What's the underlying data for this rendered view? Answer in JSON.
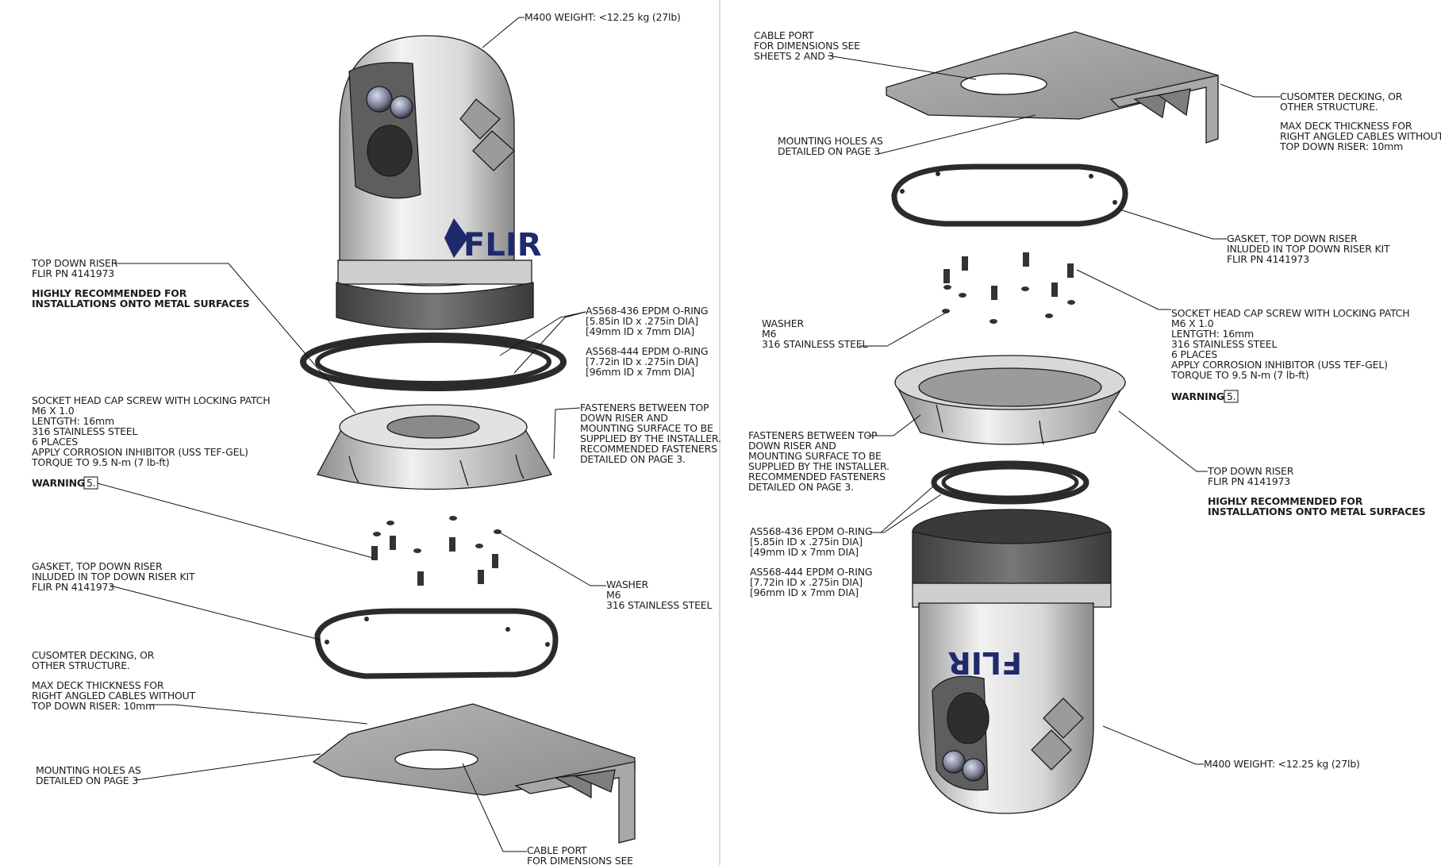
{
  "left_view": {
    "weight_label": "M400 WEIGHT: <12.25 kg (27lb)",
    "riser_label": [
      "TOP DOWN RISER",
      "FLIR PN 4141973"
    ],
    "riser_note": [
      "HIGHLY RECOMMENDED FOR",
      "INSTALLATIONS ONTO METAL SURFACES"
    ],
    "screw_label": [
      "SOCKET HEAD CAP SCREW WITH LOCKING PATCH",
      "M6 X 1.0",
      "LENTGTH: 16mm",
      "316 STAINLESS STEEL",
      "6 PLACES",
      "APPLY CORROSION INHIBITOR (USS TEF-GEL)",
      "TORQUE TO 9.5 N-m (7 lb-ft)"
    ],
    "warning": "WARNING",
    "warning_num": "5.",
    "gasket_label": [
      "GASKET, TOP DOWN RISER",
      "INLUDED IN TOP DOWN RISER KIT",
      "FLIR PN 4141973"
    ],
    "decking_label": [
      "CUSOMTER DECKING, OR",
      "OTHER STRUCTURE."
    ],
    "deck_thickness": [
      "MAX DECK THICKNESS FOR",
      "RIGHT ANGLED CABLES WITHOUT",
      "TOP DOWN RISER: 10mm"
    ],
    "mounting_holes": [
      "MOUNTING HOLES AS",
      "DETAILED ON PAGE 3"
    ],
    "oring_436": [
      "AS568-436 EPDM O-RING",
      "[5.85in ID x .275in DIA]",
      "[49mm ID x 7mm DIA]"
    ],
    "oring_444": [
      "AS568-444 EPDM O-RING",
      "[7.72in ID x .275in DIA]",
      "[96mm ID x 7mm DIA]"
    ],
    "fasteners": [
      "FASTENERS BETWEEN TOP",
      "DOWN RISER AND",
      "MOUNTING SURFACE TO BE",
      "SUPPLIED BY THE INSTALLER.",
      "RECOMMENDED FASTENERS",
      "DETAILED ON PAGE 3."
    ],
    "washer": [
      "WASHER",
      "M6",
      "316 STAINLESS STEEL"
    ],
    "cable_port": [
      "CABLE PORT",
      "FOR DIMENSIONS SEE"
    ],
    "logo": "FLIR"
  },
  "right_view": {
    "cable_port": [
      "CABLE PORT",
      "FOR DIMENSIONS SEE",
      "SHEETS 2 AND 3"
    ],
    "decking_label": [
      "CUSOMTER DECKING, OR",
      "OTHER STRUCTURE."
    ],
    "deck_thickness": [
      "MAX DECK THICKNESS FOR",
      "RIGHT ANGLED CABLES WITHOUT",
      "TOP DOWN RISER: 10mm"
    ],
    "mounting_holes": [
      "MOUNTING HOLES AS",
      "DETAILED ON PAGE 3"
    ],
    "gasket_label": [
      "GASKET, TOP DOWN RISER",
      "INLUDED IN TOP DOWN RISER KIT",
      "FLIR PN 4141973"
    ],
    "washer": [
      "WASHER",
      "M6",
      "316 STAINLESS STEEL"
    ],
    "screw_label": [
      "SOCKET HEAD CAP SCREW WITH LOCKING PATCH",
      "M6 X 1.0",
      "LENTGTH: 16mm",
      "316 STAINLESS STEEL",
      "6 PLACES",
      "APPLY CORROSION INHIBITOR (USS TEF-GEL)",
      "TORQUE TO 9.5 N-m (7 lb-ft)"
    ],
    "warning": "WARNING",
    "warning_num": "5.",
    "fasteners": [
      "FASTENERS BETWEEN TOP",
      "DOWN RISER AND",
      "MOUNTING SURFACE TO BE",
      "SUPPLIED BY THE INSTALLER.",
      "RECOMMENDED FASTENERS",
      "DETAILED ON PAGE 3."
    ],
    "riser_label": [
      "TOP DOWN RISER",
      "FLIR PN 4141973"
    ],
    "riser_note": [
      "HIGHLY RECOMMENDED FOR",
      "INSTALLATIONS ONTO METAL SURFACES"
    ],
    "oring_436": [
      "AS568-436 EPDM O-RING",
      "[5.85in ID x .275in DIA]",
      "[49mm ID x 7mm DIA]"
    ],
    "oring_444": [
      "AS568-444 EPDM O-RING",
      "[7.72in ID x .275in DIA]",
      "[96mm ID x 7mm DIA]"
    ],
    "weight_label": "M400 WEIGHT: <12.25 kg (27lb)",
    "logo": "FLIR"
  }
}
